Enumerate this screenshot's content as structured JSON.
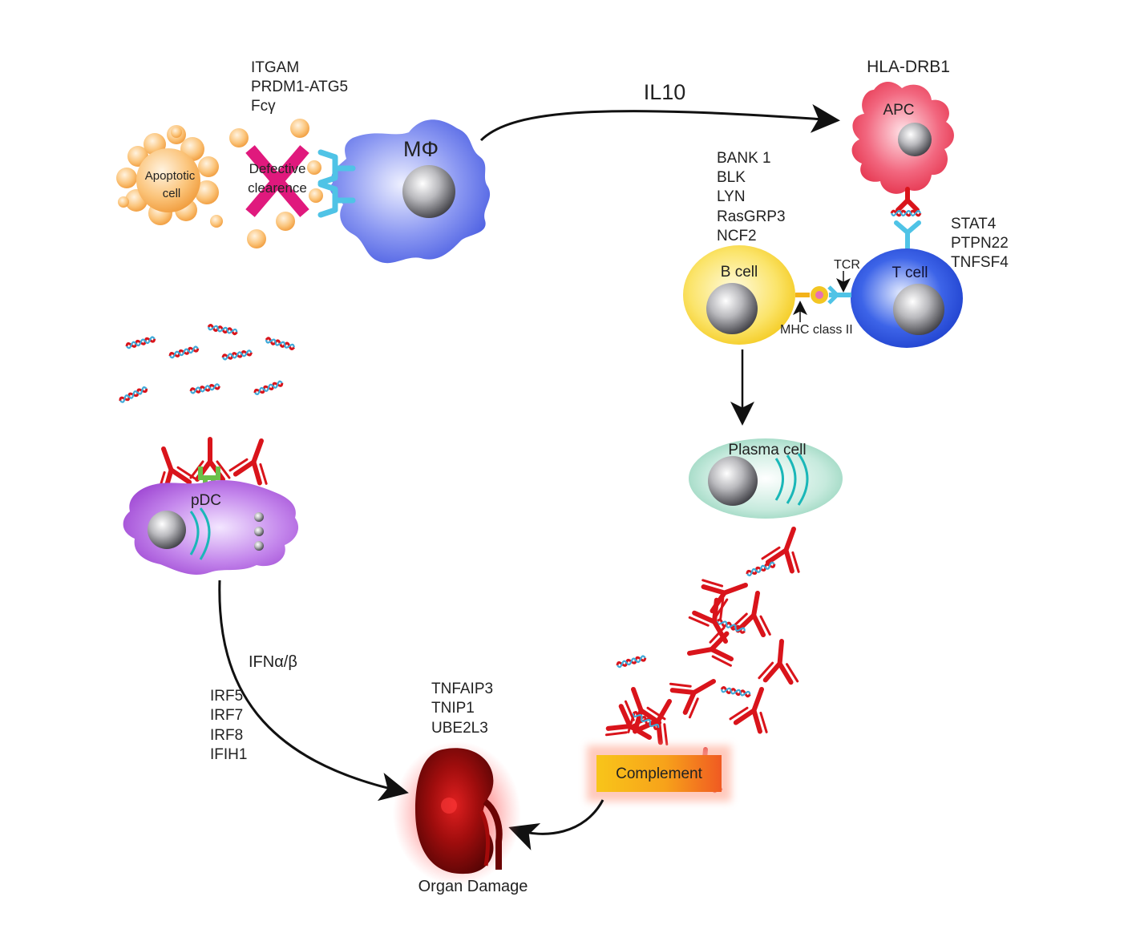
{
  "labels": {
    "apoptotic": "Apoptotic",
    "cell": "cell",
    "defective": "Defective",
    "clearence": "clearence",
    "macrophage": "MΦ",
    "il10": "IL10",
    "hla": "HLA-DRB1",
    "apc": "APC",
    "bcell": "B cell",
    "tcell": "T cell",
    "tcr": "TCR",
    "mhc": "MHC class II",
    "plasma": "Plasma cell",
    "pdc": "pDC",
    "ifn": "IFNα/β",
    "complement": "Complement",
    "organ": "Organ Damage"
  },
  "genes": {
    "clearance": [
      "ITGAM",
      "PRDM1-ATG5",
      "Fcγ"
    ],
    "bcell": [
      "BANK 1",
      "BLK",
      "LYN",
      "RasGRP3",
      "NCF2"
    ],
    "tcell": [
      "STAT4",
      "PTPN22",
      "TNFSF4"
    ],
    "irf": [
      "IRF5",
      "IRF7",
      "IRF8",
      "IFIH1"
    ],
    "organ": [
      "TNFAIP3",
      "TNIP1",
      "UBE2L3"
    ]
  },
  "colors": {
    "apoptotic": "#f5a54a",
    "macrophage": "#5b6fe6",
    "apc": "#e8334e",
    "bcell": "#f7d31e",
    "tcell": "#1f47d6",
    "plasma": "#9fd8c4",
    "pdc": "#a24fd4",
    "antibody": "#d9141b",
    "dna_blue": "#3fa9d8",
    "receptor": "#4fc3e6",
    "cross": "#e0197d",
    "complement": "#f5a31a",
    "kidney": "#8b0a0a",
    "receptor_green": "#6bbf4a"
  }
}
